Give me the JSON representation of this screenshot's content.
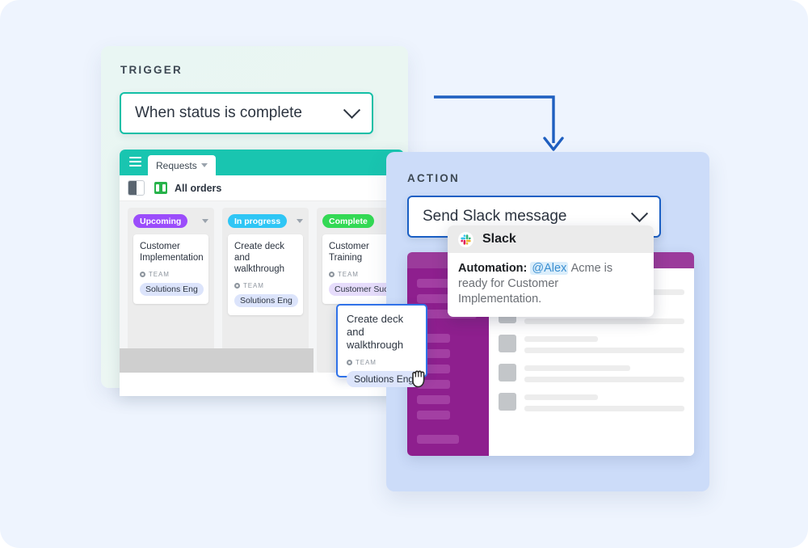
{
  "page": {
    "background_color": "#eef4fe"
  },
  "trigger": {
    "label": "TRIGGER",
    "accent_color": "#12bfa6",
    "select": {
      "value": "When status is complete",
      "caret_icon": "chevron-down-icon"
    },
    "app_window": {
      "topbar_color": "#19c5b0",
      "menu_icon": "hamburger-icon",
      "tab": {
        "label": "Requests",
        "caret_icon": "caret-down-icon"
      },
      "view_toggle_icon": "split-view-icon",
      "board_icon": "board-icon",
      "board_name": "All orders",
      "columns": [
        {
          "status": "Upcoming",
          "color": "#9b4dfb",
          "caret_icon": "caret-down-icon",
          "cards": [
            {
              "title": "Customer Implementation",
              "team_label": "TEAM",
              "team_icon": "gear-icon",
              "tag": "Solutions Eng",
              "tag_style": "blue"
            }
          ]
        },
        {
          "status": "In progress",
          "color": "#2fc6f5",
          "caret_icon": "caret-down-icon",
          "cards": [
            {
              "title": "Create deck and walkthrough",
              "team_label": "TEAM",
              "team_icon": "gear-icon",
              "tag": "Solutions Eng",
              "tag_style": "blue"
            }
          ]
        },
        {
          "status": "Complete",
          "color": "#33d954",
          "caret_icon": "caret-down-icon",
          "cards": [
            {
              "title": "Customer Training",
              "team_label": "TEAM",
              "team_icon": "gear-icon",
              "tag": "Customer Success",
              "tag_style": "purple"
            }
          ]
        }
      ],
      "dragging_card": {
        "title": "Create deck and walkthrough",
        "team_label": "TEAM",
        "team_icon": "gear-icon",
        "tag": "Solutions Eng",
        "border_color": "#2f71e8",
        "cursor_icon": "grabbing-hand-cursor"
      }
    }
  },
  "connector": {
    "icon": "elbow-arrow-down-icon",
    "color": "#1f5fc0"
  },
  "action": {
    "label": "ACTION",
    "panel_color": "#ccdcf9",
    "accent_color": "#1a5fc4",
    "select": {
      "value": "Send Slack message",
      "caret_icon": "chevron-down-icon"
    },
    "slack_window": {
      "titlebar_color": "#9b3b9b",
      "sidebar_color": "#8e1f8e",
      "sidebar_items": 10,
      "message_rows": 5,
      "toast": {
        "app_icon": "slack-logo-icon",
        "app_name": "Slack",
        "message_prefix": "Automation:",
        "mention": "@Alex",
        "message_body": "Acme is ready for Customer Implementation."
      }
    }
  }
}
